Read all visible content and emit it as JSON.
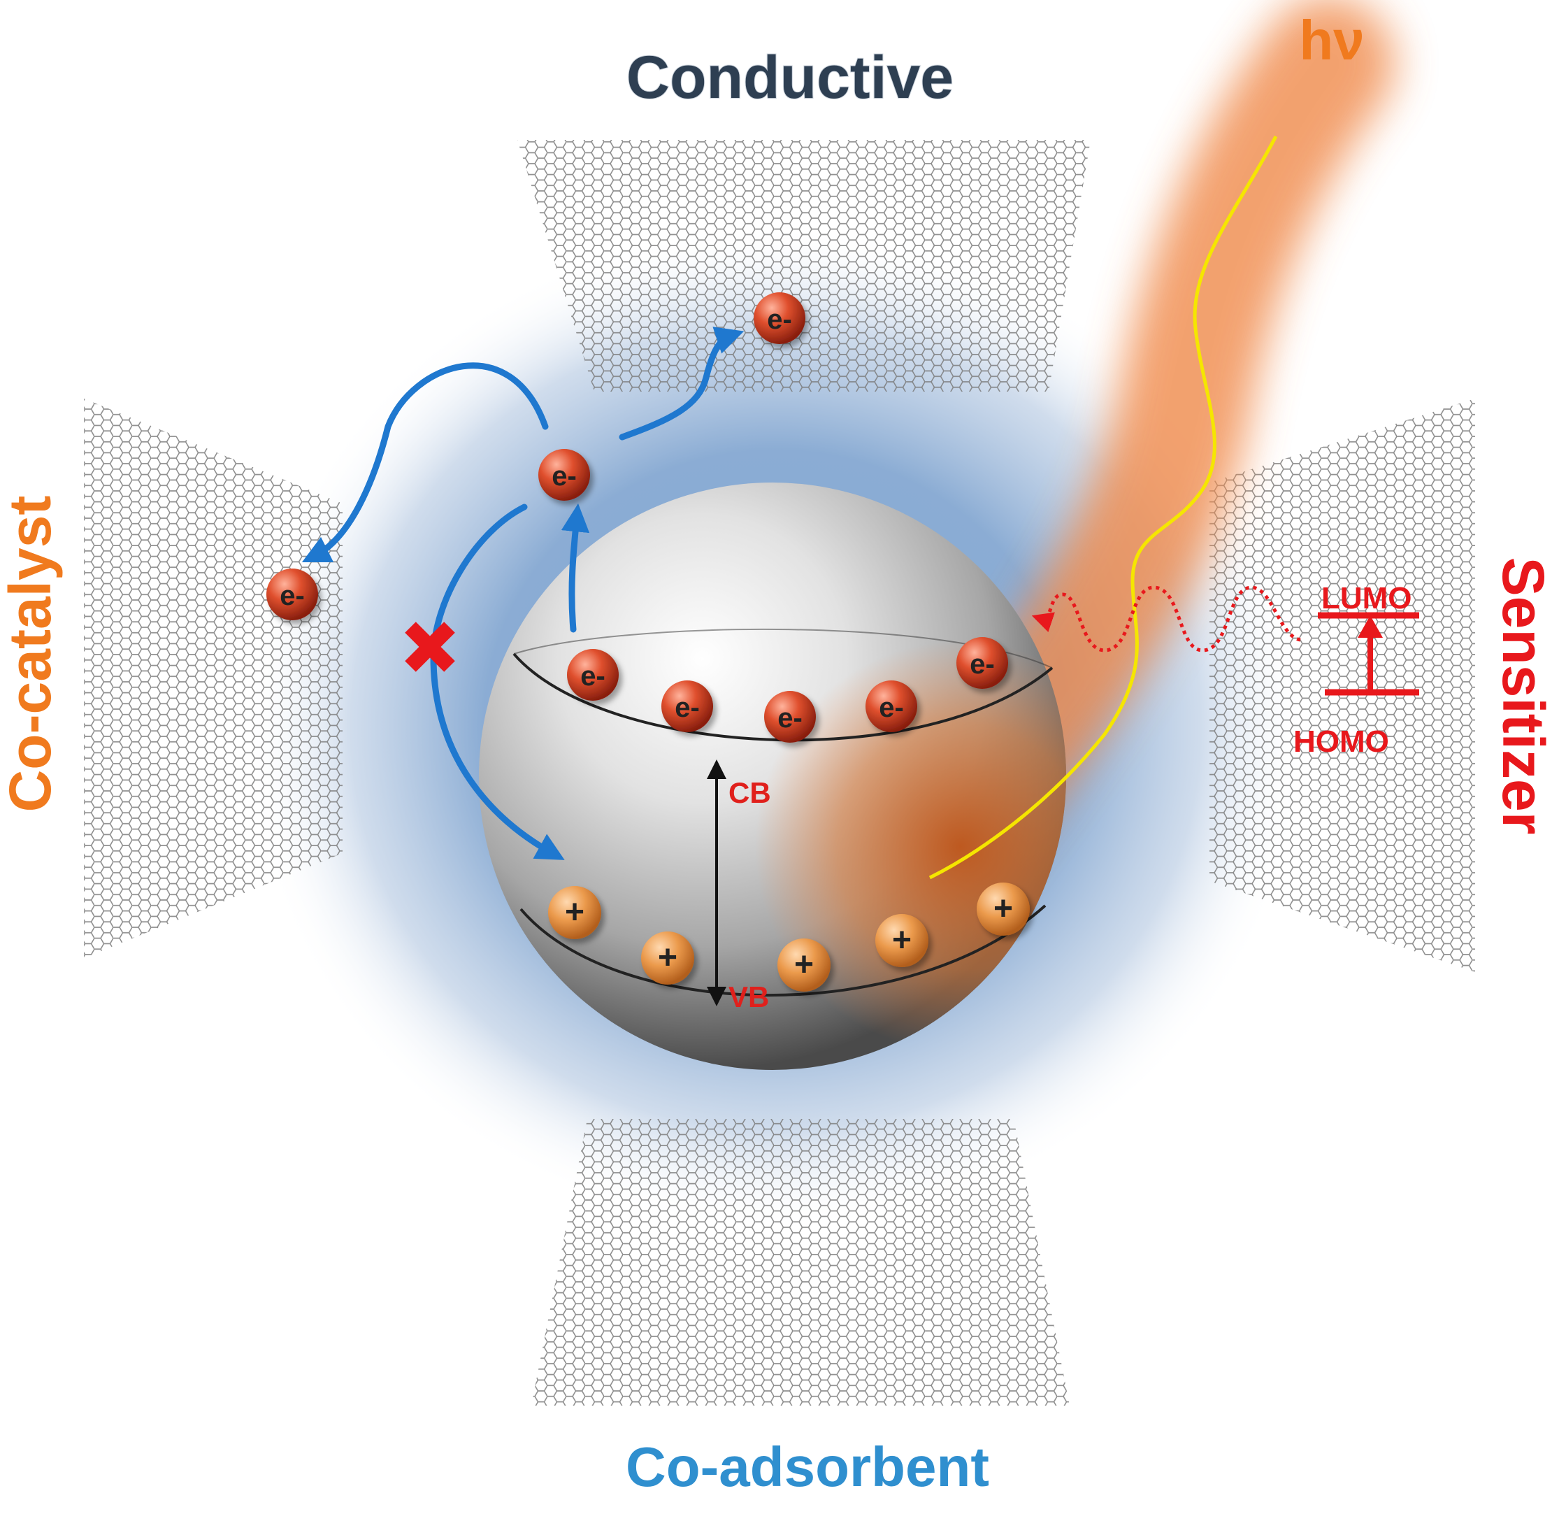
{
  "labels": {
    "top": "Conductive",
    "bottom": "Co-adsorbent",
    "left": "Co-catalyst",
    "right": "Sensitizer",
    "light": "hν",
    "cb": "CB",
    "vb": "VB",
    "lumo": "LUMO",
    "homo": "HOMO",
    "electron": "e-",
    "hole": "+"
  },
  "colors": {
    "conductive": "#2e3f52",
    "coadsorbent": "#2f8fcf",
    "cocatalyst": "#f07a1e",
    "sensitizer": "#e8181c",
    "arrow": "#1f78cf",
    "electron": "#d8432a",
    "hole": "#e89a48",
    "light_wave": "#f5e600",
    "glow": "#f08a4b",
    "halo": "#7ea3cf",
    "band_label": "#e0201c"
  },
  "icons": {
    "blocked": "red-x-mark",
    "sheet": "graphene-hexagon-lattice"
  }
}
